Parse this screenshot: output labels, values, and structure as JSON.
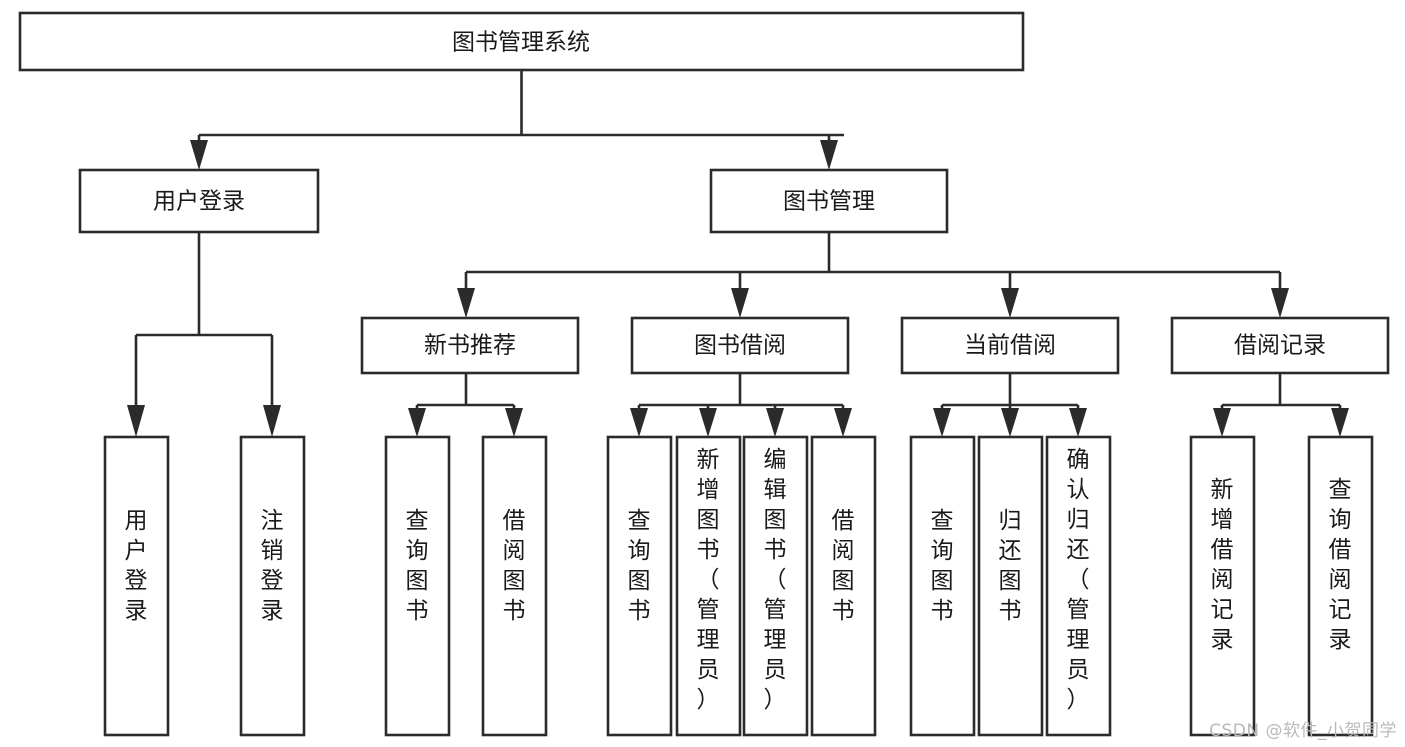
{
  "diagram": {
    "type": "tree-hierarchy-chart",
    "title": "图书管理系统",
    "watermark": "CSDN @软件_小贺同学",
    "colors": {
      "box_fill": "#ffffff",
      "box_stroke": "#2b2b2b",
      "text": "#1a1a1a",
      "watermark": "#b9b9b9",
      "background": "#ffffff"
    },
    "levels": {
      "root": {
        "label": "图书管理系统"
      },
      "level2": [
        {
          "label": "用户登录"
        },
        {
          "label": "图书管理"
        }
      ],
      "level3": [
        {
          "label": "新书推荐"
        },
        {
          "label": "图书借阅"
        },
        {
          "label": "当前借阅"
        },
        {
          "label": "借阅记录"
        }
      ]
    },
    "leaves": {
      "user_login": [
        {
          "label": "用户登录"
        },
        {
          "label": "注销登录"
        }
      ],
      "new_book_recommend": [
        {
          "label": "查询图书"
        },
        {
          "label": "借阅图书"
        }
      ],
      "book_borrow": [
        {
          "label": "查询图书"
        },
        {
          "label": "新增图书（管理员）"
        },
        {
          "label": "编辑图书（管理员）"
        },
        {
          "label": "借阅图书"
        }
      ],
      "current_borrow": [
        {
          "label": "查询图书"
        },
        {
          "label": "归还图书"
        },
        {
          "label": "确认归还（管理员）"
        }
      ],
      "borrow_record": [
        {
          "label": "新增借阅记录"
        },
        {
          "label": "查询借阅记录"
        }
      ]
    }
  }
}
